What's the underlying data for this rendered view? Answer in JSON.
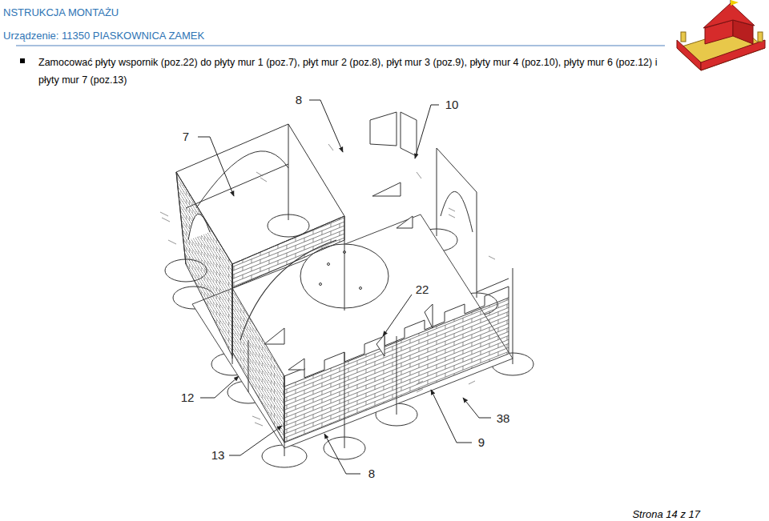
{
  "diagram": {
    "title": "NSTRUKCJA MONTAŻU",
    "labels": [
      "Urządzenie: 11350 PIASKOWNICA ZAMEK",
      "Zamocować płyty wspornik (poz.22) do płyty mur 1 (poz.7), płyt mur 2 (poz.8), płyt mur 3 (poz.9), płyty mur 4 (poz.10), płyty mur 6 (poz.12) i płyty mur 7 (poz.13)",
      "8",
      "10",
      "7",
      "22",
      "12",
      "38",
      "13",
      "9",
      "8",
      "Strona 14 z 17"
    ]
  }
}
